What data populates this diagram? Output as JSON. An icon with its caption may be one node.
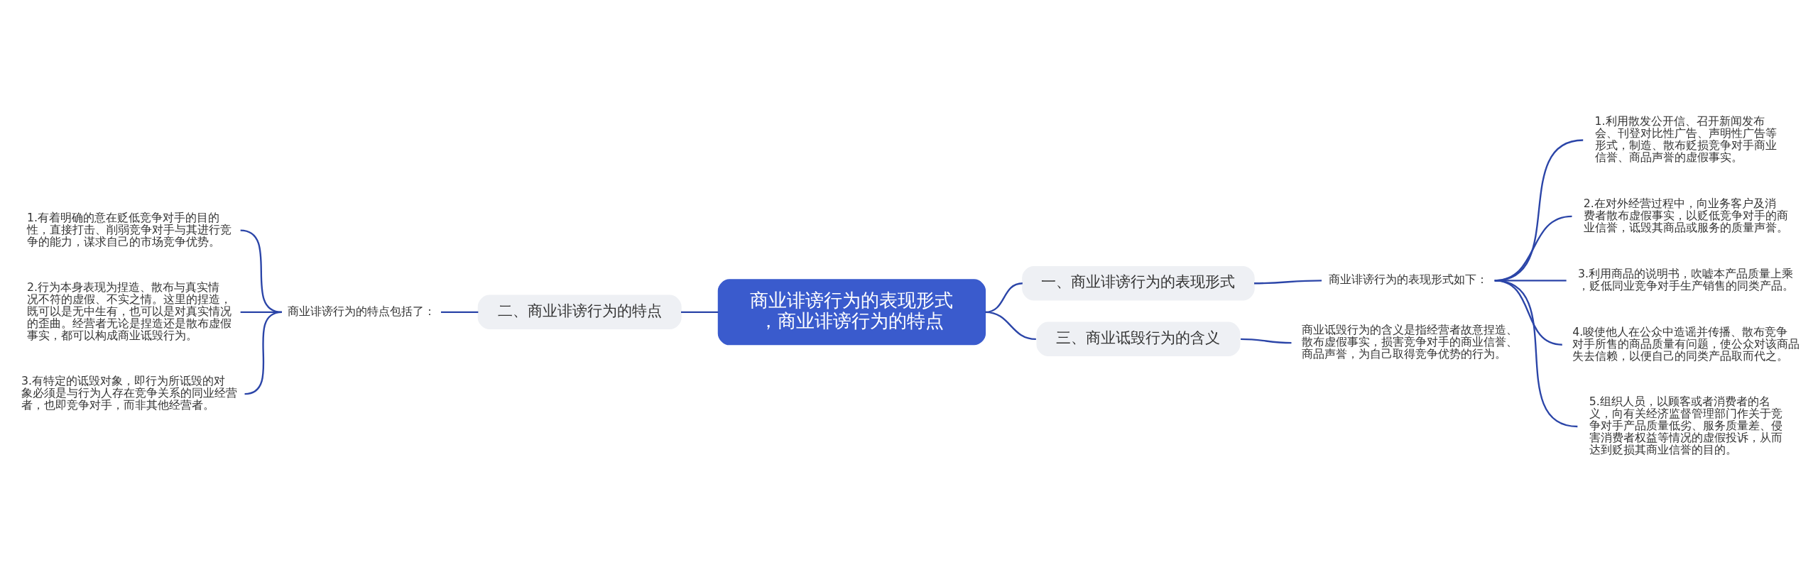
{
  "diagram": {
    "nodes": [
      {
        "text": [
          "商业诽谤行为的表现形式，商业诽谤行为的特点"
        ]
      },
      {
        "text": [
          "一、商业诽谤行为的表现形式"
        ]
      },
      {
        "text": [
          "商业诽谤行为的表现形式如下："
        ]
      },
      {
        "text": [
          "1.利用散发公开信、召开新闻发布会、刊登对比性广告、声明性广告等形式，制造、散布贬损竞争对手商业信誉、商品声誉的虚假事实。"
        ]
      },
      {
        "text": [
          "2.在对外经营过程中，向业务客户及消费者散布虚假事实，以贬低竞争对手的商业信誉，诋毁其商品或服务的质量声誉。"
        ]
      },
      {
        "text": [
          "3.利用商品的说明书，吹嘘本产品质量上乘，贬低同业竞争对手生产销售的同类产品。"
        ]
      },
      {
        "text": [
          "4.唆使他人在公众中造谣并传播、散布竞争对手所售的商品质量有问题，使公众对该商品失去信赖，以便自己的同类产品取而代之。"
        ]
      },
      {
        "text": [
          "5.组织人员，以顾客或者消费者的名义，向有关经济监督管理部门作关于竞争对手产品质量低劣、服务质量差、侵害消费者权益等情况的虚假投诉，从而达到贬损其商业信誉的目的。"
        ]
      },
      {
        "text": [
          "二、商业诽谤行为的特点"
        ]
      },
      {
        "text": [
          "商业诽谤行为的特点包括了："
        ]
      },
      {
        "text": [
          "1.有着明确的意在贬低竞争对手的目的性，直接打击、削弱竞争对手与其进行竞争的能力，谋求自己的市场竞争优势。"
        ]
      },
      {
        "text": [
          "2.行为本身表现为捏造、散布与真实情况不符的虚假、不实之情。这里的捏造，既可以是无中生有，也可以是对真实情况的歪曲。经营者无论是捏造还是散布虚假事实，都可以构成商业诋毁行为。"
        ]
      },
      {
        "text": [
          "3.有特定的诋毁对象，即行为所诋毁的对象必须是与行为人存在竞争关系的同业经营者，也即竞争对手，而非其他经营者。"
        ]
      },
      {
        "text": [
          "三、商业诋毁行为的含义"
        ]
      },
      {
        "text": [
          "商业诋毁行为的含义是指经营者故意捏造、散布虚假事实，损害竞争对手的商业信誉、商品声誉，为自己取得竞争优势的行为。"
        ]
      }
    ],
    "edges": [
      {
        "from": 0,
        "to": 1,
        "arrow": "none"
      },
      {
        "from": 1,
        "to": 2,
        "arrow": "none"
      },
      {
        "from": 2,
        "to": 3,
        "arrow": "none"
      },
      {
        "from": 2,
        "to": 4,
        "arrow": "none"
      },
      {
        "from": 2,
        "to": 5,
        "arrow": "none"
      },
      {
        "from": 2,
        "to": 6,
        "arrow": "none"
      },
      {
        "from": 2,
        "to": 7,
        "arrow": "none"
      },
      {
        "from": 8,
        "to": 0,
        "arrow": "none"
      },
      {
        "from": 9,
        "to": 8,
        "arrow": "none"
      },
      {
        "from": 10,
        "to": 9,
        "arrow": "none"
      },
      {
        "from": 11,
        "to": 9,
        "arrow": "none"
      },
      {
        "from": 12,
        "to": 9,
        "arrow": "none"
      },
      {
        "from": 0,
        "to": 13,
        "arrow": "none"
      },
      {
        "from": 13,
        "to": 14,
        "arrow": "none"
      }
    ]
  }
}
